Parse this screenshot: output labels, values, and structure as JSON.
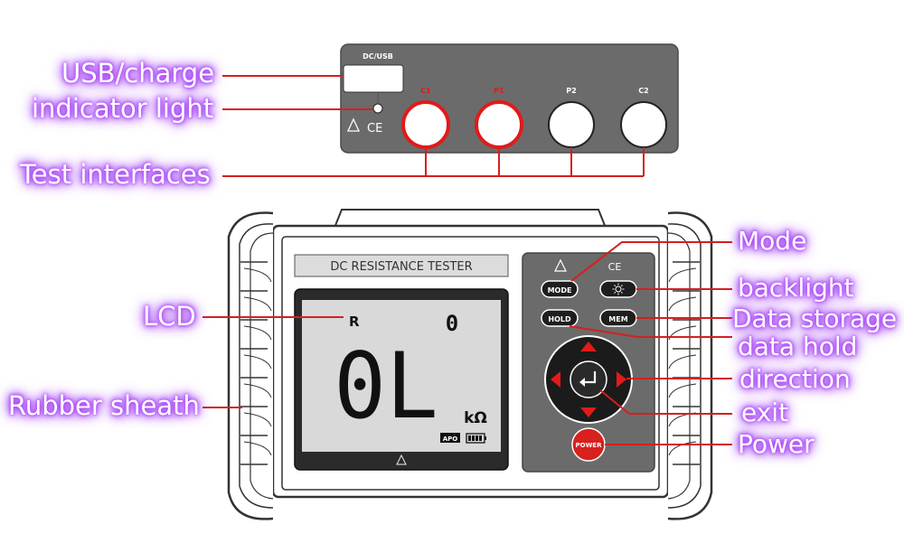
{
  "port_panel": {
    "dcusb_label": "DC/USB",
    "terminals": [
      "C1",
      "P1",
      "P2",
      "C2"
    ],
    "ce_mark": "CE"
  },
  "device": {
    "title": "DC RESISTANCE TESTER",
    "ce_mark": "CE",
    "buttons": {
      "mode": "MODE",
      "hold": "HOLD",
      "mem": "MEM",
      "power": "POWER"
    }
  },
  "lcd": {
    "mode_letter": "R",
    "digit_small": "0",
    "main_reading": "0L",
    "unit": "kΩ",
    "apo": "APO"
  },
  "callouts": {
    "usb_charge": "USB/charge",
    "indicator_light": "indicator light",
    "test_interfaces": "Test interfaces",
    "lcd": "LCD",
    "rubber_sheath": "Rubber sheath",
    "mode": "Mode",
    "backlight": "backlight",
    "data_storage": "Data storage",
    "data_hold": "data hold",
    "direction": "direction",
    "exit": "exit",
    "power": "Power"
  },
  "colors": {
    "panel_gray": "#6b6b6b",
    "leader_red": "#d42020",
    "glow_purple": "#9a2ff0",
    "lcd_bg": "#d9d9d9"
  }
}
